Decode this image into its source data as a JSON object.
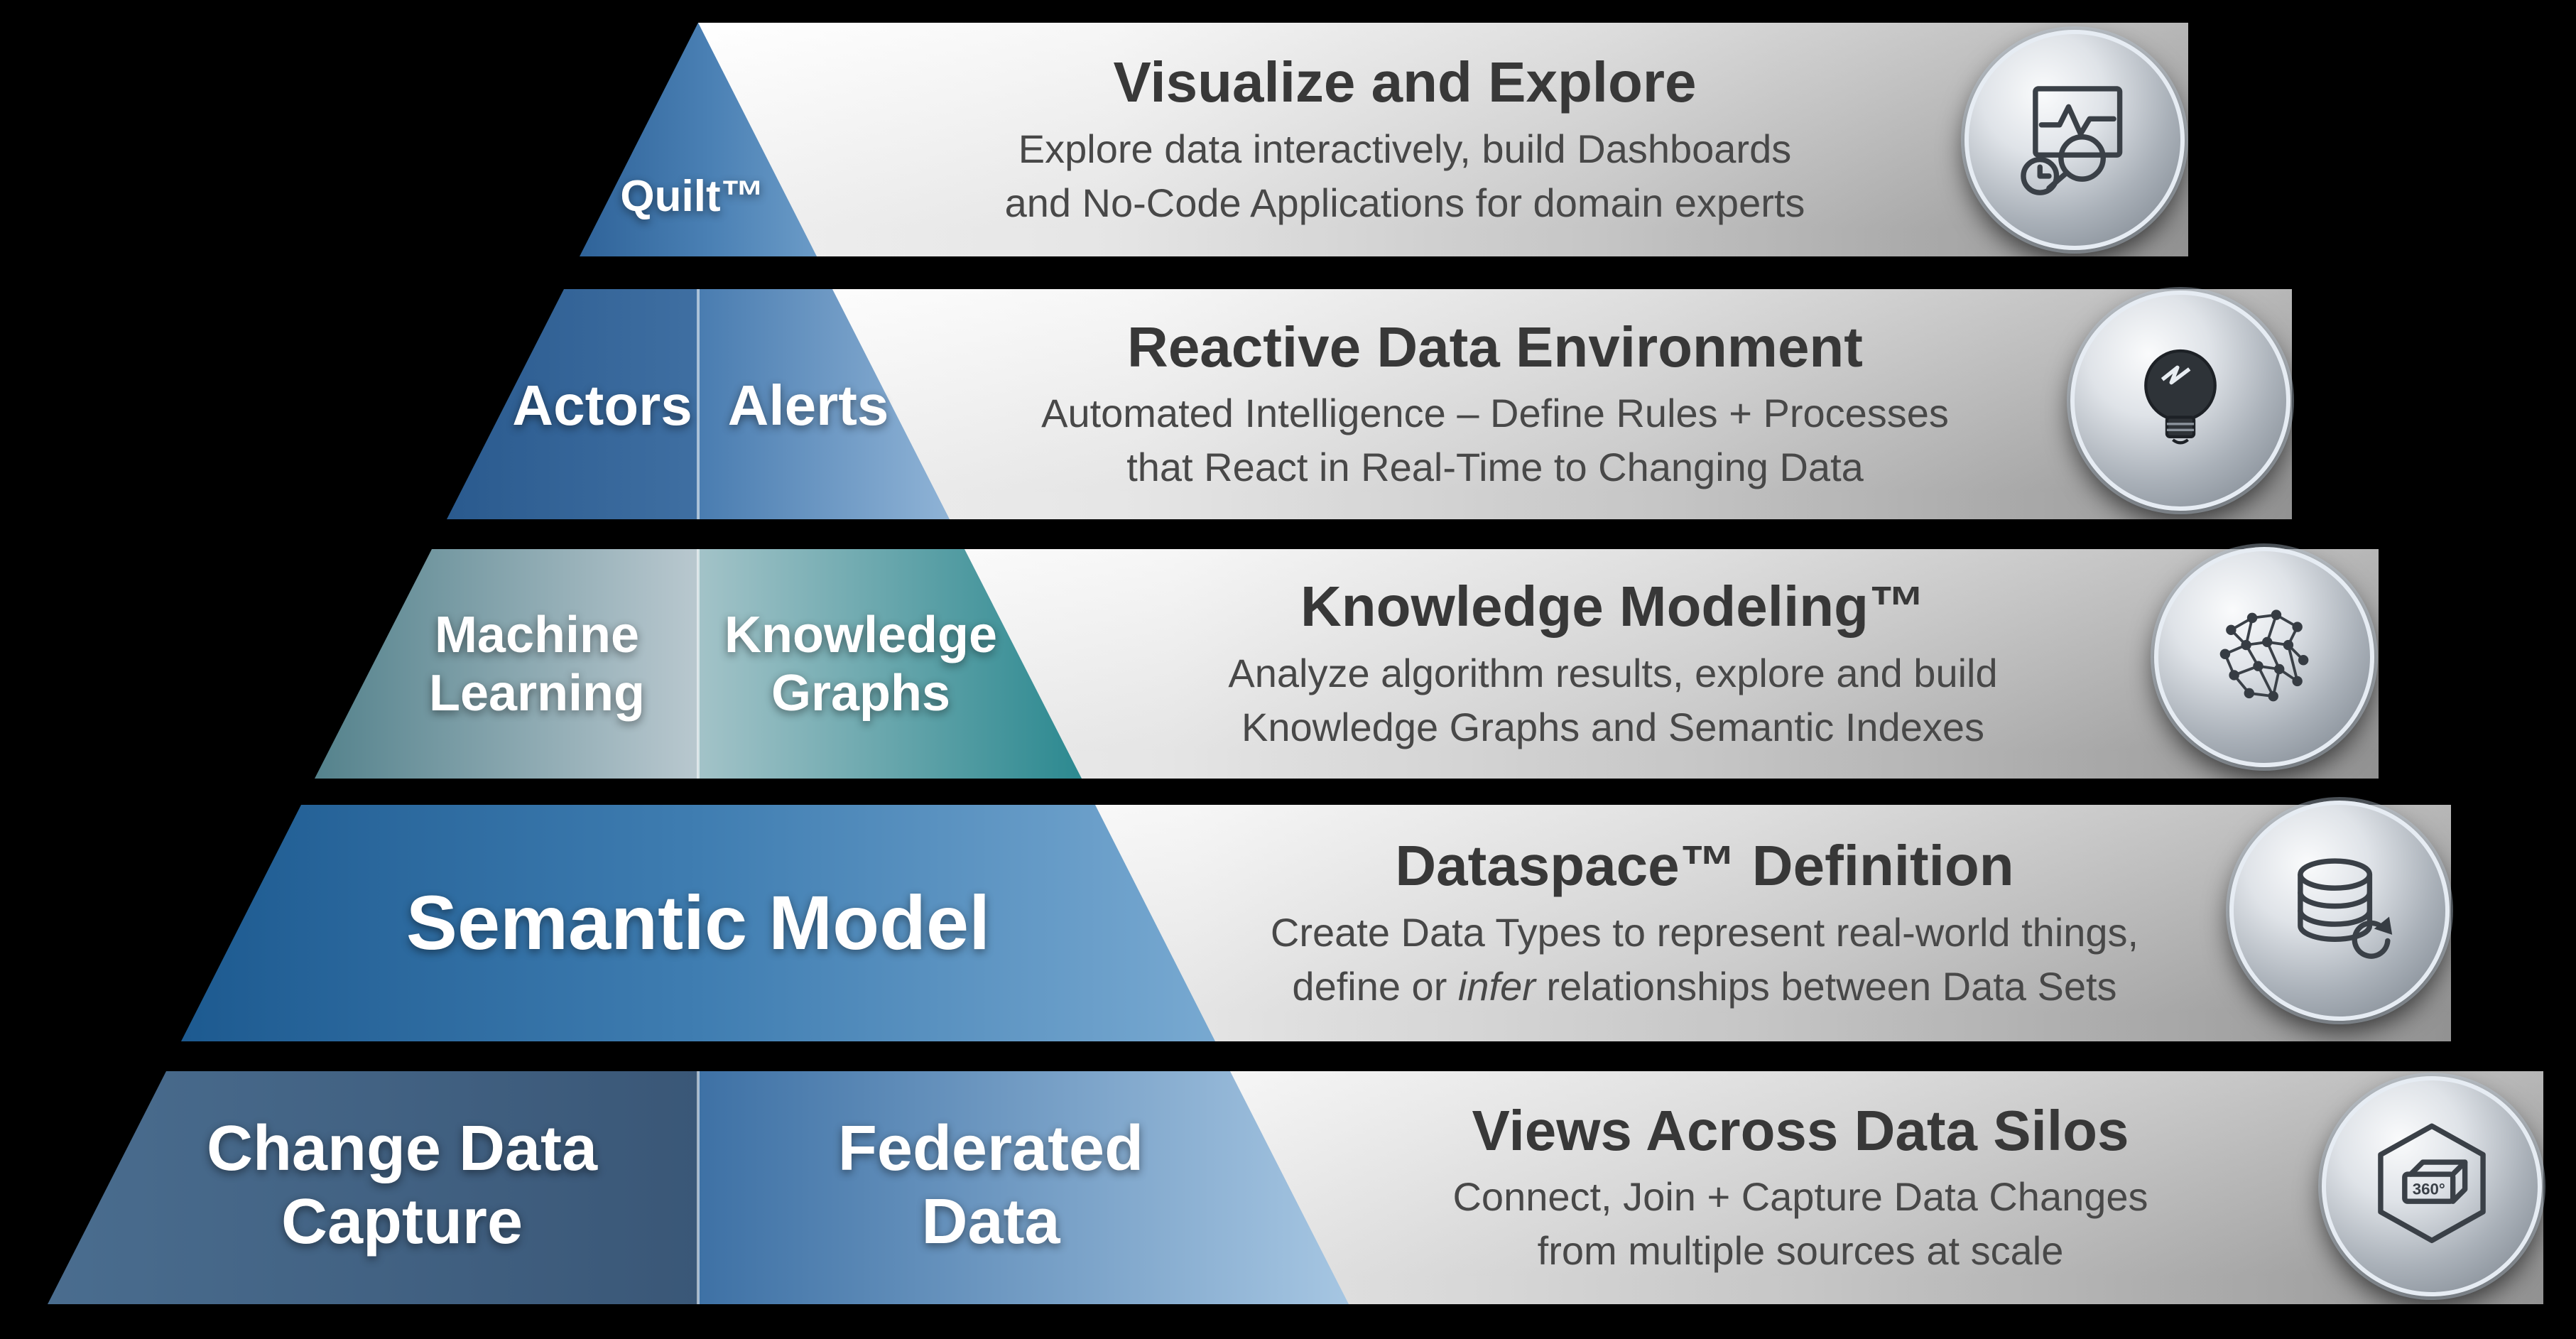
{
  "palette": {
    "background": "#000000",
    "bar_gradient_start": "#ffffff",
    "bar_gradient_end": "#9b9b9b",
    "title_text": "#383838",
    "description_text": "#484848",
    "pyramid_text": "#ffffff",
    "tip_blue": "#3d71a8",
    "actors_blue": "#2f5f93",
    "alerts_blue": "#6f9cc8",
    "machine_learning_teal": "#54828c",
    "knowledge_graphs_teal": "#2c8990",
    "semantic_model_blue": "#3f7db1",
    "change_data_capture_slate": "#3f5f80",
    "federated_data_blue": "#6f9cc8"
  },
  "layers": [
    {
      "name": "visualize-and-explore",
      "pyramid": {
        "label": "Quilt™"
      },
      "title": "Visualize and Explore",
      "desc1": "Explore data interactively, build Dashboards",
      "desc2": "and No-Code Applications for domain experts",
      "icon": "dashboard-magnifier-clock-icon"
    },
    {
      "name": "reactive-data-environment",
      "pyramid": {
        "label_left": "Actors",
        "label_right": "Alerts"
      },
      "title": "Reactive Data Environment",
      "desc1": "Automated Intelligence – Define Rules + Processes",
      "desc2": "that React in Real-Time to Changing Data",
      "icon": "lightbulb-icon"
    },
    {
      "name": "knowledge-modeling",
      "pyramid": {
        "label_left_line1": "Machine",
        "label_left_line2": "Learning",
        "label_right_line1": "Knowledge",
        "label_right_line2": "Graphs"
      },
      "title": "Knowledge Modeling™",
      "desc1": "Analyze algorithm results, explore and build",
      "desc2": "Knowledge Graphs and Semantic Indexes",
      "icon": "knowledge-graph-icon"
    },
    {
      "name": "dataspace-definition",
      "pyramid": {
        "label": "Semantic Model"
      },
      "title": "Dataspace™ Definition",
      "desc1": "Create Data Types to represent real-world things,",
      "desc2_pre": "define or ",
      "desc2_italic": "infer",
      "desc2_post": " relationships between Data Sets",
      "icon": "database-sync-icon"
    },
    {
      "name": "views-across-data-silos",
      "pyramid": {
        "label_left_line1": "Change Data",
        "label_left_line2": "Capture",
        "label_right_line1": "Federated",
        "label_right_line2": "Data"
      },
      "title": "Views Across Data Silos",
      "desc1": "Connect, Join + Capture Data Changes",
      "desc2": "from multiple sources at scale",
      "icon": "hexagon-360-icon",
      "icon_text": "360°"
    }
  ]
}
